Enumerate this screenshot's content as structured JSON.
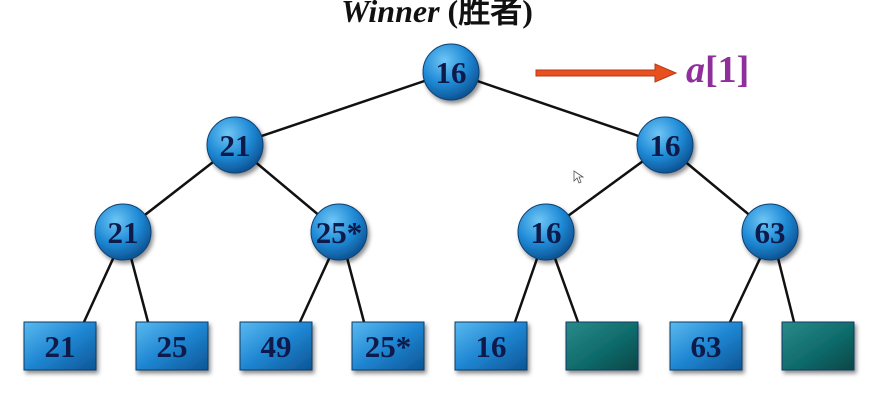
{
  "title": {
    "word": "Winner",
    "suffix": " (胜者)"
  },
  "pointer_label": {
    "var": "a",
    "index": "[1]"
  },
  "tree": {
    "root": "16",
    "level1": [
      "21",
      "16"
    ],
    "level2": [
      "21",
      "25*",
      "16",
      "63"
    ],
    "leaves": [
      "21",
      "25",
      "49",
      "25*",
      "16",
      "",
      "63",
      ""
    ]
  },
  "colors": {
    "node_blue": "#1f8ad6",
    "empty_leaf_teal": "#0f6b6b",
    "arrow": "#e8501f",
    "label_purple": "#8e2f9c",
    "text_dark": "#0d1a4a"
  }
}
